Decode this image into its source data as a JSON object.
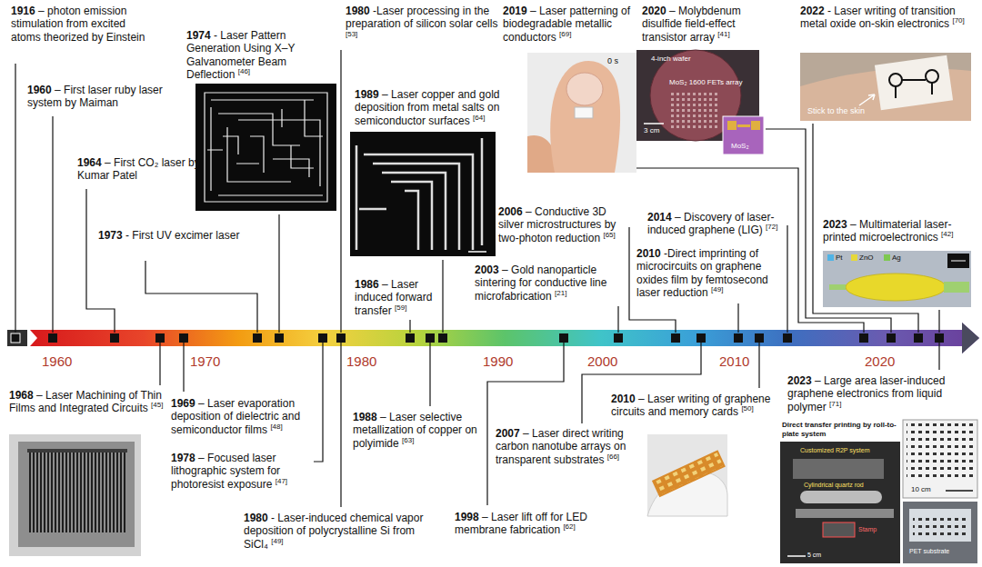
{
  "diagram": {
    "labels": [
      "1916 – photon emission stimulation from excited atoms theorized by Einstein",
      "1960 – First laser ruby laser system by Maiman",
      "1964 – First CO₂ laser by Kumar Patel",
      "1973 - First UV excimer laser",
      "1974 - Laser Pattern Generation Using X–Y Galvanometer Beam Deflection [46]",
      "1980 -Laser processing in the preparation of silicon solar cells [53]",
      "1989 – Laser copper and gold deposition from metal salts on semiconductor surfaces [64]",
      "1986 – Laser induced forward transfer [59]",
      "2019 – Laser patterning of biodegradable metallic conductors [69]",
      "2006 – Conductive 3D silver microstructures by two-photon reduction [65]",
      "2003 – Gold nanoparticle sintering for conductive line microfabrication [21]",
      "2020 – Molybdenum disulfide field-effect transistor array [41]",
      "2014 – Discovery of laser-induced graphene (LIG) [72]",
      "2010 -Direct imprinting of microcircuits on graphene oxides film by femtosecond laser reduction [49]",
      "2022 - Laser writing of transition metal oxide on-skin electronics [70]",
      "2023 – Multimaterial laser-printed microelectronics [42]",
      "1960",
      "1970",
      "1980",
      "1990",
      "2000",
      "2010",
      "2020",
      "1968 – Laser Machining of Thin Films and Integrated Circuits [45]",
      "1969 – Laser evaporation deposition of dielectric and semiconductor films [48]",
      "1978 – Focused laser lithographic system for photoresist exposure [47]",
      "1980 - Laser-induced chemical vapor deposition of polycrystalline Si from SiCl₄ [49]",
      "1988 – Laser selective metallization of copper on polyimide [63]",
      "1998 – Laser lift off for LED membrane fabrication [62]",
      "2007 – Laser direct writing carbon nanotube arrays on transparent substrates [66]",
      "2010 – Laser writing of graphene circuits and memory cards [50]",
      "2023 – Large area laser-induced graphene electronics from liquid polymer [71]",
      "0 s",
      "4-inch wafer",
      "MoS₂ 1600 FETs array",
      "3 cm",
      "MoS₂",
      "Stick to the skin",
      "Direct transfer printing by roll-to-plate system",
      "Customized R2P system",
      "Cylindrical quartz rod",
      "Stamp",
      "5 cm",
      "10 cm",
      "PET substrate"
    ],
    "legend": [
      {
        "text": "Pt",
        "color": "#4fb3e6"
      },
      {
        "text": "ZnO",
        "color": "#e6d83a"
      },
      {
        "text": "Ag",
        "color": "#7ec850"
      }
    ]
  }
}
